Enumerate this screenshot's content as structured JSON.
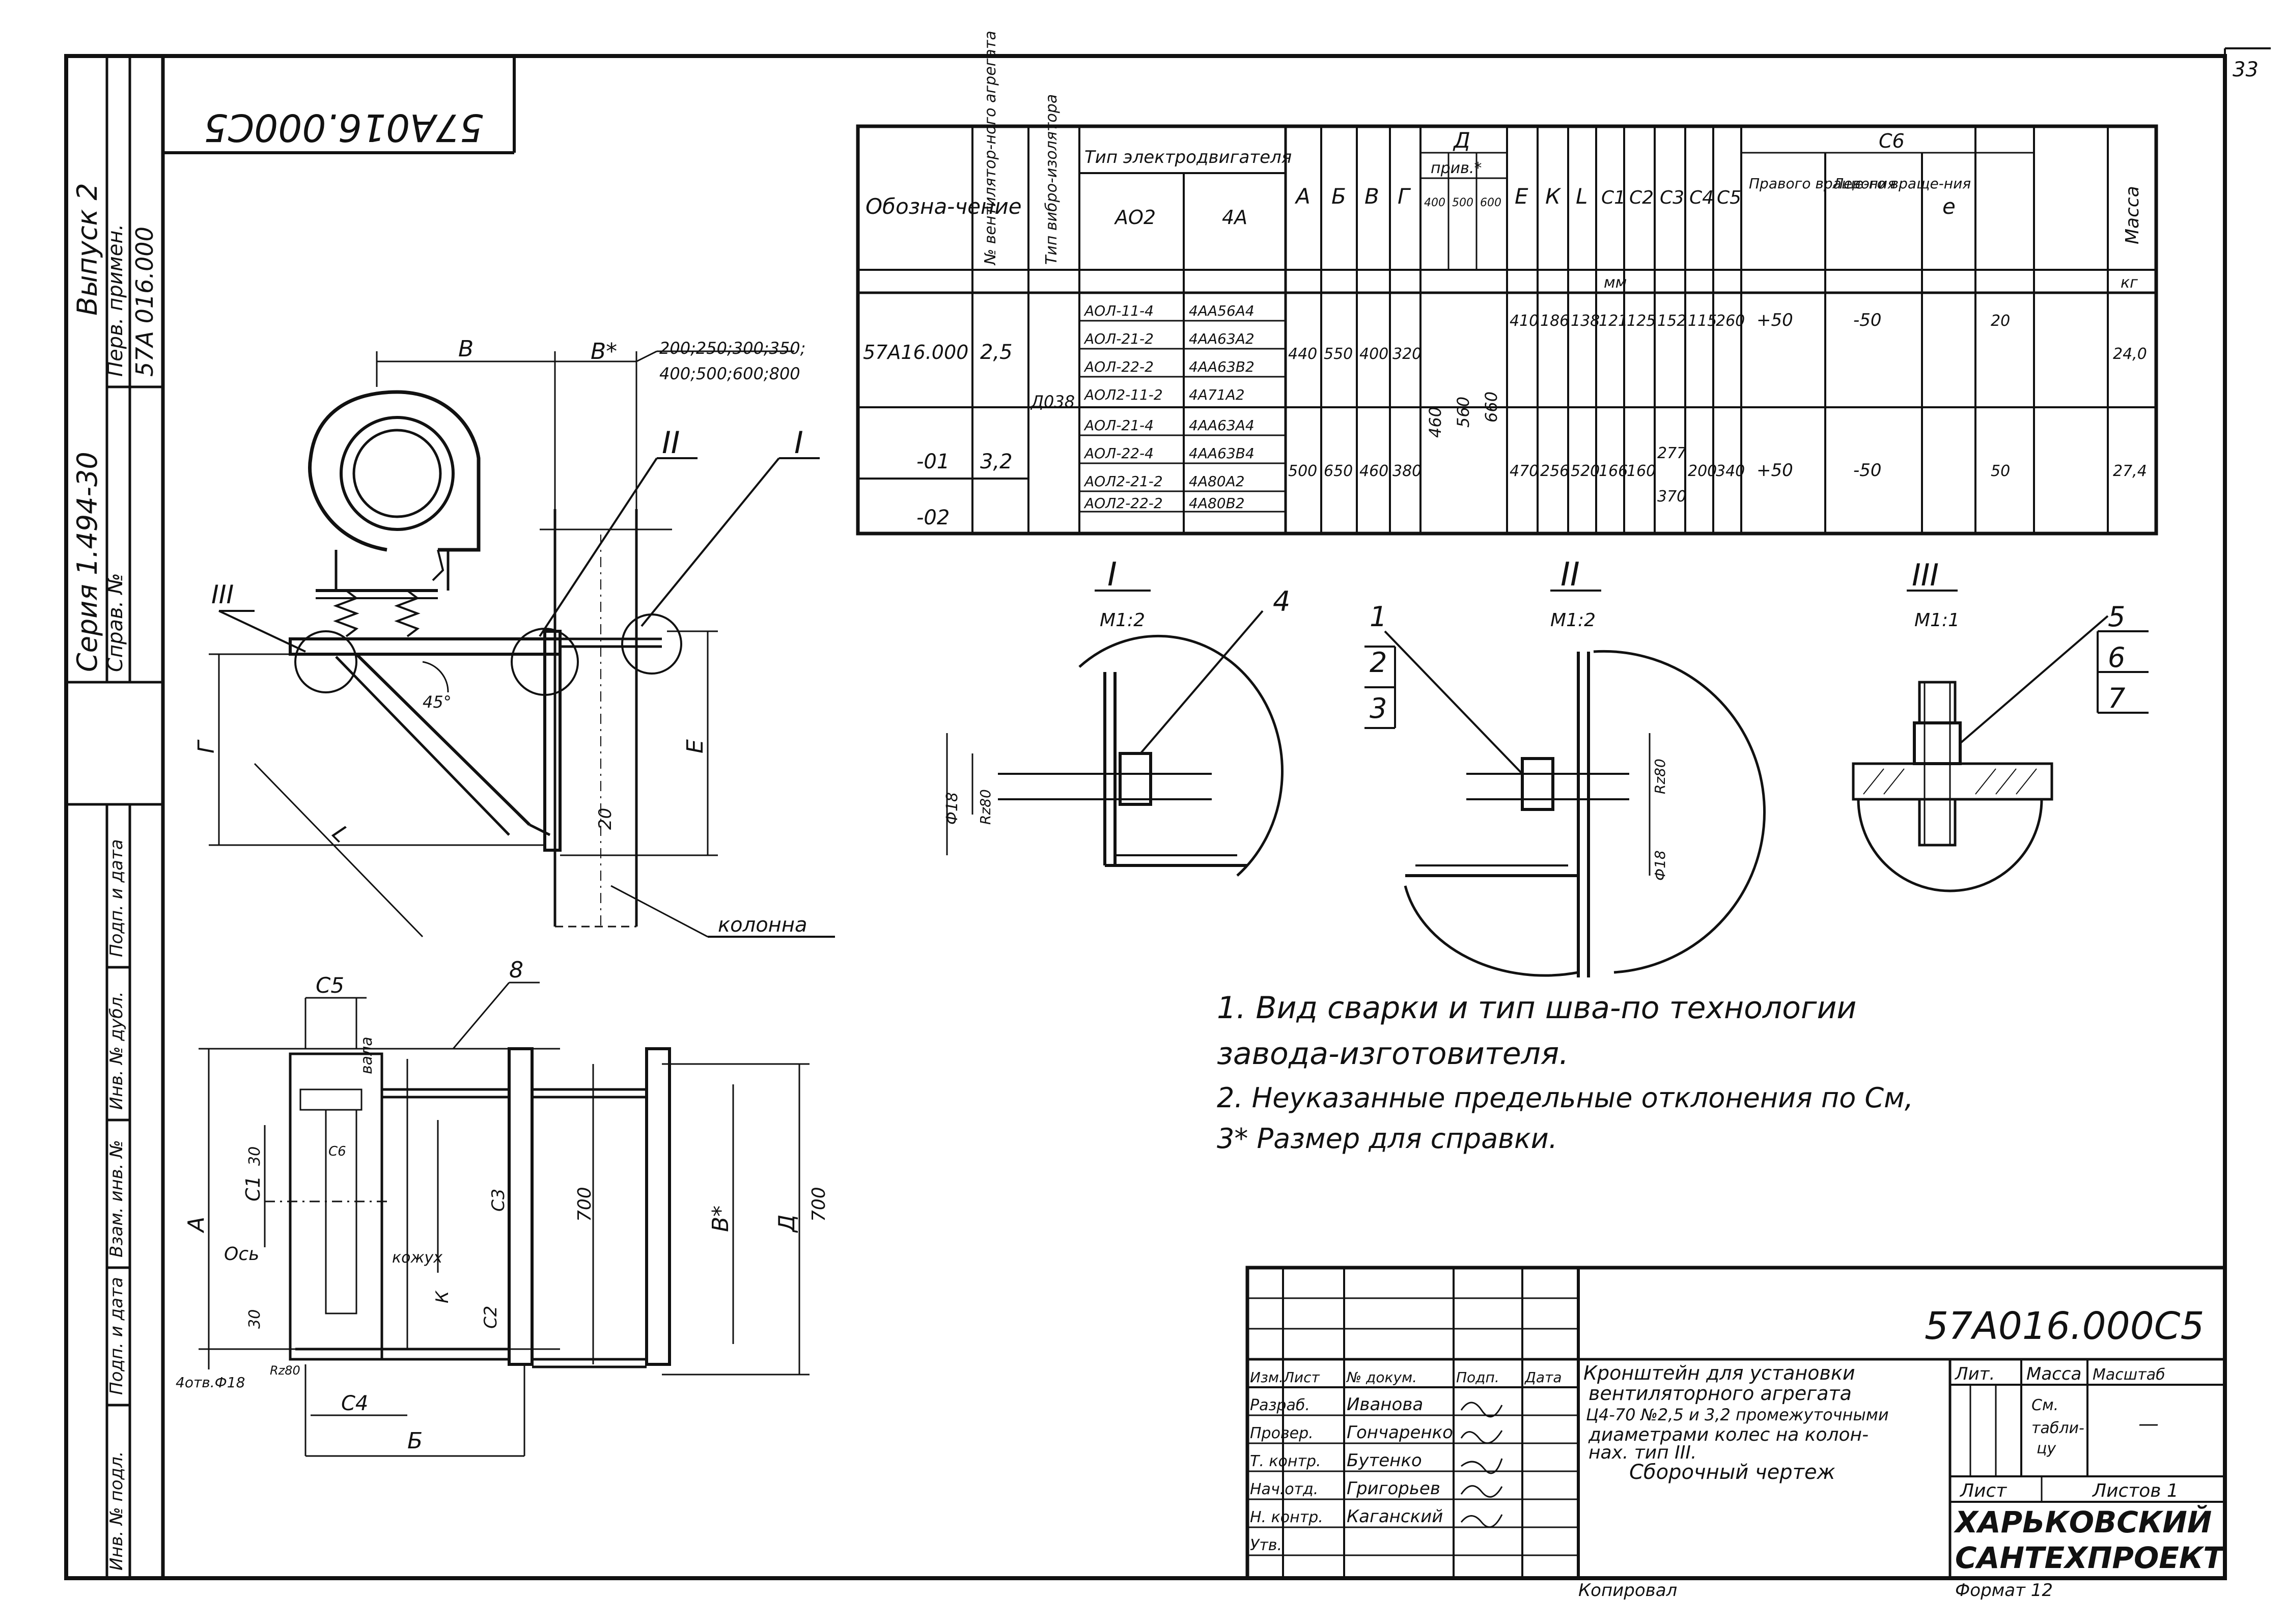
{
  "sheet": {
    "page_number": "33"
  },
  "drawing": {
    "designation": "57A016.000C5"
  },
  "side": {
    "series": "Серия 1.494-30",
    "issue": "Выпуск 2",
    "primary_use": "Перв. примен.",
    "primary_use_code": "57A 016.000",
    "reference_no": "Справ. №",
    "stamps": [
      "Подп. и дата",
      "Инв. № дубл.",
      "Взам. инв. №",
      "Подп. и дата",
      "Инв. № подл."
    ]
  },
  "table": {
    "headers": {
      "designation": "Обозна-чение",
      "fan_no": "№ вентилятор-ного агрегата",
      "vibro": "Тип вибро-изолятора",
      "motor_type": "Тип электродвигателя",
      "ao2": "АО2",
      "a4": "4А",
      "cols": [
        "А",
        "Б",
        "В",
        "Г",
        "Е",
        "К",
        "L",
        "С1",
        "С2",
        "С3",
        "С4",
        "С5"
      ],
      "d": "Д",
      "d_sub": "прив.*",
      "d_cols": [
        "400",
        "500",
        "600"
      ],
      "c6": "С6",
      "right_rot": "Правого враще-ния",
      "left_rot": "Левого враще-ния",
      "e_small": "е",
      "mass": "Масса"
    },
    "units": {
      "mm": "мм",
      "kg": "кг"
    },
    "vibro": "Д038",
    "d_values": [
      "460",
      "560",
      "660"
    ],
    "motors": [
      {
        "ao2": "АОЛ-11-4",
        "a4": "4АА56А4"
      },
      {
        "ao2": "АОЛ-21-2",
        "a4": "4АА63А2"
      },
      {
        "ao2": "АОЛ-22-2",
        "a4": "4АА63В2"
      },
      {
        "ao2": "АОЛ2-11-2",
        "a4": "4А71А2"
      },
      {
        "ao2": "АОЛ-21-4",
        "a4": "4АА63А4"
      },
      {
        "ao2": "АОЛ-22-4",
        "a4": "4АА63В4"
      },
      {
        "ao2": "АОЛ2-21-2",
        "a4": "4А80А2"
      },
      {
        "ao2": "АОЛ2-22-2",
        "a4": "4А80В2"
      },
      {
        "ao2": "",
        "a4": ""
      }
    ],
    "rows": [
      {
        "designation": "57А16.000",
        "fan_no": "2,5",
        "a": "440",
        "b": "550",
        "v": "400",
        "g": "320",
        "e": "410",
        "k": "186",
        "l": "138",
        "c1": "121",
        "c2": "125",
        "c3": "152",
        "c4": "115",
        "c5": "260",
        "c6_right": "+50",
        "c6_left": "-50",
        "e_small": "20",
        "mass": "24,0"
      },
      {
        "designation": "-01",
        "fan_no": "3,2",
        "a": "500",
        "b": "650",
        "v": "460",
        "g": "380",
        "e": "470",
        "k": "256",
        "l": "520",
        "c1": "166",
        "c2": "160",
        "c3": "277",
        "c3_alt": "370",
        "c4": "200",
        "c5": "340",
        "c6_right": "+50",
        "c6_left": "-50",
        "e_small": "50",
        "mass": "27,4"
      },
      {
        "designation": "-02"
      }
    ]
  },
  "side_view": {
    "dims": {
      "v": "В",
      "v_star": "В*",
      "sizes_1": "200;250;300;350;",
      "sizes_2": "400;500;600;800",
      "g": "Г",
      "e": "Е",
      "l": "L",
      "d20": "20",
      "angle": "45°"
    },
    "column_label": "колонна",
    "detail_marks": [
      "I",
      "II",
      "III"
    ]
  },
  "plan_view": {
    "dims": {
      "c5": "С5",
      "a": "А",
      "c1": "С1",
      "d30": "30",
      "c6": "С6",
      "c3": "С3",
      "k": "К",
      "c2": "С2",
      "d700": "700",
      "v_star": "В*",
      "d": "Д",
      "c4": "С4",
      "b": "Б"
    },
    "axis_label": "Ось",
    "shaft_label": "вала",
    "casing_label": "кожух",
    "position_8": "8",
    "holes": "4отв.Ф18",
    "rz": "Rz80"
  },
  "details": [
    {
      "title": "I",
      "scale": "М1:2",
      "position": "4",
      "phi": "Ф18",
      "rz": "Rz80"
    },
    {
      "title": "II",
      "scale": "М1:2",
      "positions": [
        "1",
        "2",
        "3"
      ],
      "rz": "Rz80",
      "phi": "Ф18"
    },
    {
      "title": "III",
      "scale": "М1:1",
      "positions": [
        "5",
        "6",
        "7"
      ]
    }
  ],
  "notes": [
    "1. Вид сварки и тип шва-по технологии",
    "завода-изготовителя.",
    "2. Неуказанные предельные отклонения по См,",
    "3* Размер для справки."
  ],
  "title_block": {
    "headers": [
      "Изм.Лист",
      "№ докум.",
      "Подп.",
      "Дата"
    ],
    "roles": [
      {
        "role": "Разраб.",
        "name": "Иванова"
      },
      {
        "role": "Провер.",
        "name": "Гончаренко"
      },
      {
        "role": "Т. контр.",
        "name": "Бутенко"
      },
      {
        "role": "Нач.отд.",
        "name": "Григорьев"
      },
      {
        "role": "Н. контр.",
        "name": "Каганский"
      },
      {
        "role": "Утв."
      }
    ],
    "title_lines": [
      "Кронштейн для установки",
      "вентиляторного агрегата",
      "Ц4-70 №2,5 и 3,2 промежуточными",
      "диаметрами колес на колон-",
      "нах. тип III.",
      "Сборочный чертеж"
    ],
    "lit": "Лит.",
    "mass_header": "Масса",
    "scale_header": "Масштаб",
    "mass_value": [
      "См.",
      "табли-",
      "цу"
    ],
    "scale_value": "—",
    "sheet_label": "Лист",
    "sheets_label": "Листов 1",
    "org": [
      "ХАРЬКОВСКИЙ",
      "САНТЕХПРОЕКТ"
    ],
    "copied": "Копировал",
    "format": "Формат 12"
  }
}
